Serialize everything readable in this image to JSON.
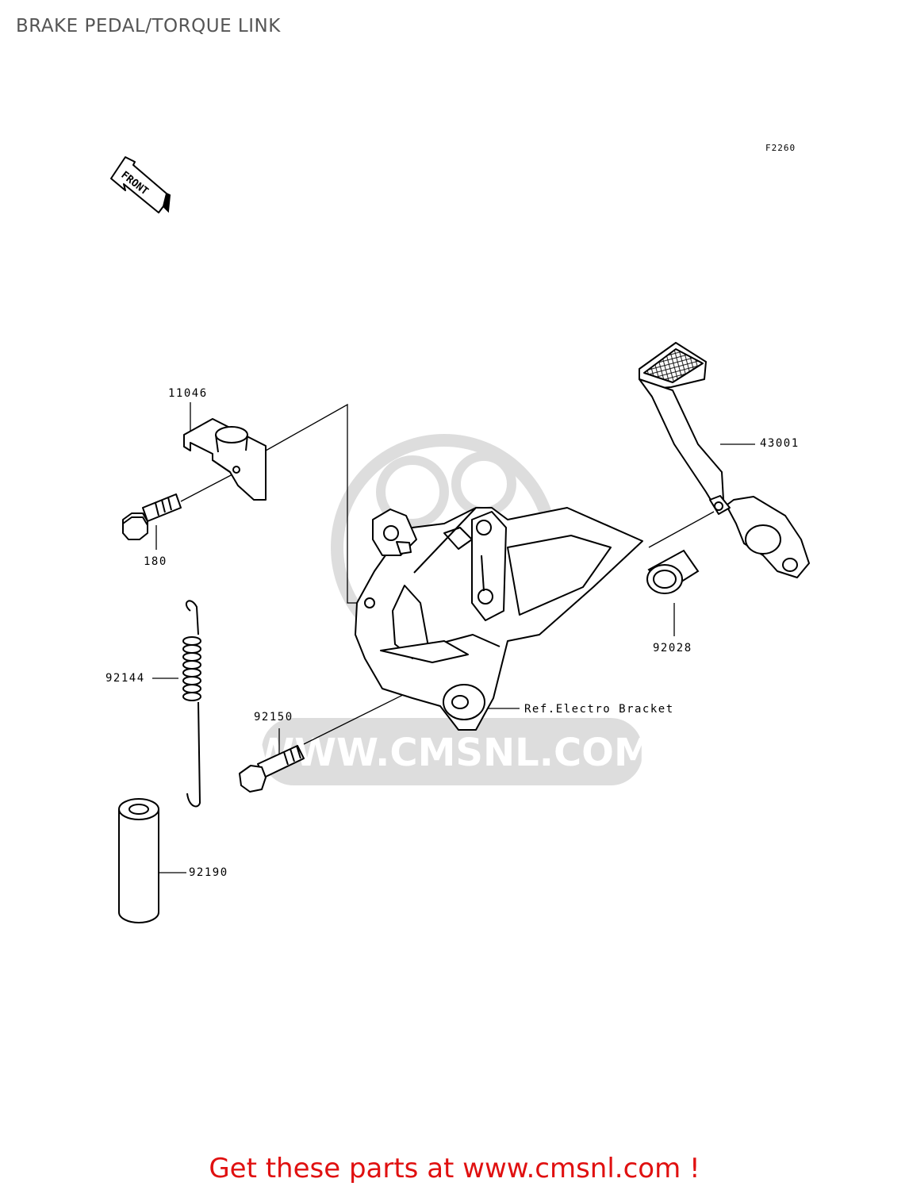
{
  "title": "BRAKE PEDAL/TORQUE LINK",
  "figure_code": "F2260",
  "front_marker": "FRONT",
  "parts": {
    "p11046": "11046",
    "p180": "180",
    "p43001": "43001",
    "p92028": "92028",
    "p92144": "92144",
    "p92150": "92150",
    "p92190": "92190",
    "ref_bracket": "Ref.Electro Bracket"
  },
  "watermark": "WWW.CMSNL.COM",
  "promo": "Get these parts at www.cmsnl.com !"
}
